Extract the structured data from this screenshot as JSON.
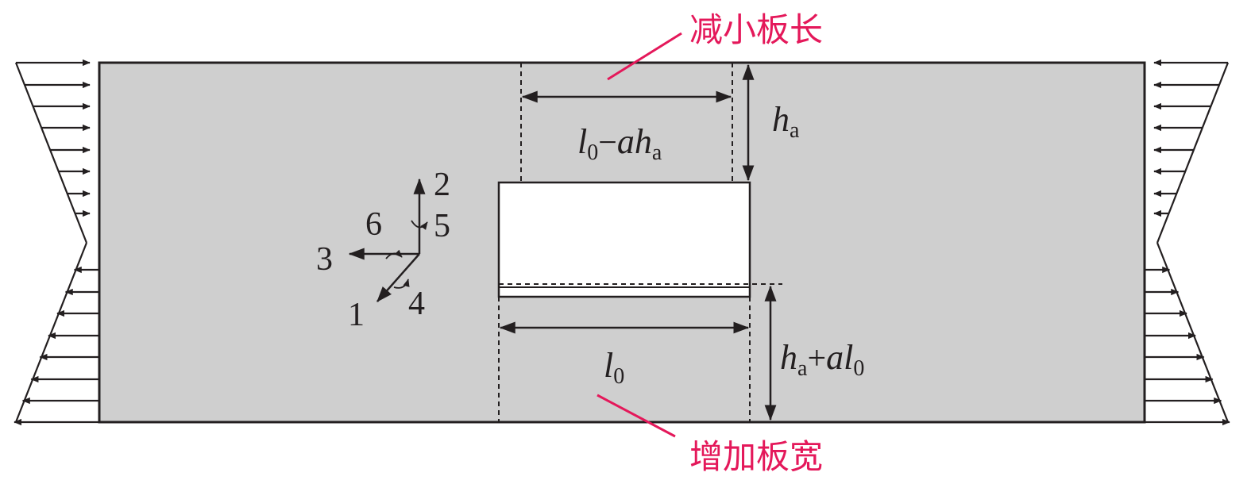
{
  "annotations": {
    "top_note": "减小板长",
    "bottom_note": "增加板宽"
  },
  "dimensions": {
    "top_length": {
      "main": "l",
      "sub": "0",
      "rest1": "−",
      "rest2": "ah",
      "sub2": "a"
    },
    "right_height": {
      "main": "h",
      "sub": "a"
    },
    "bottom_length": {
      "main": "l",
      "sub": "0"
    },
    "bottom_height": {
      "main": "h",
      "sub": "a",
      "op": "+",
      "main2": "al",
      "sub2": "0"
    }
  },
  "dof_labels": [
    "1",
    "2",
    "3",
    "4",
    "5",
    "6"
  ],
  "colors": {
    "plate": "#cfcfcf",
    "hole": "#ffffff",
    "line": "#231f20",
    "accent": "#e4185a"
  }
}
